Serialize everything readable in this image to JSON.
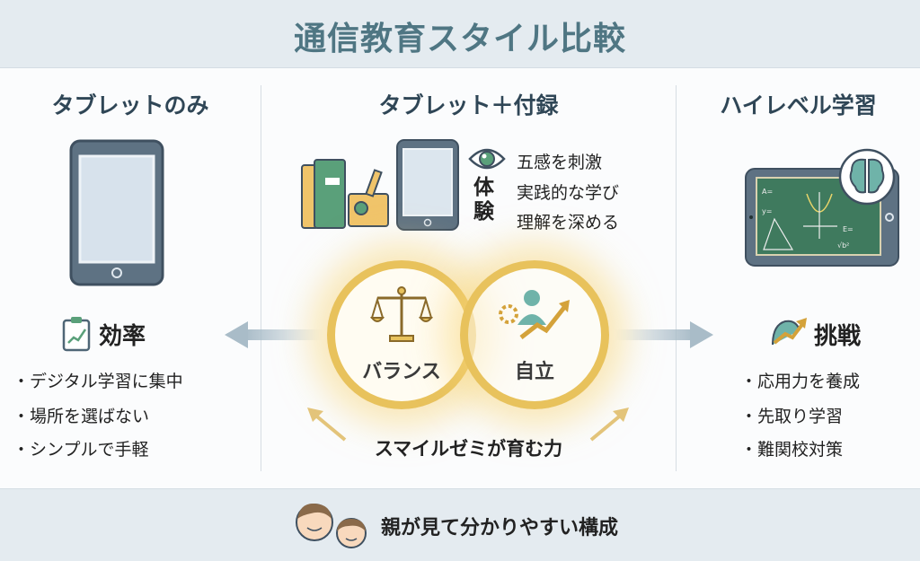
{
  "title": "通信教育スタイル比較",
  "columns": [
    {
      "heading": "タブレットのみ",
      "feature": "効率",
      "bullets": [
        "デジタル学習に集中",
        "場所を選ばない",
        "シンプルで手軽"
      ]
    },
    {
      "heading": "タブレット＋付録",
      "experience_label": "体験",
      "experience_items": [
        "五感を刺激",
        "実践的な学び",
        "理解を深める"
      ],
      "circles": [
        "バランス",
        "自立"
      ],
      "caption": "スマイルゼミが育む力"
    },
    {
      "heading": "ハイレベル学習",
      "feature": "挑戦",
      "bullets": [
        "応用力を養成",
        "先取り学習",
        "難関校対策"
      ]
    }
  ],
  "footer": "親が見て分かりやすい構成",
  "colors": {
    "accent_gold": "#e8c25c",
    "green": "#5aa07a",
    "slate": "#5e7283",
    "title": "#4f7683"
  }
}
